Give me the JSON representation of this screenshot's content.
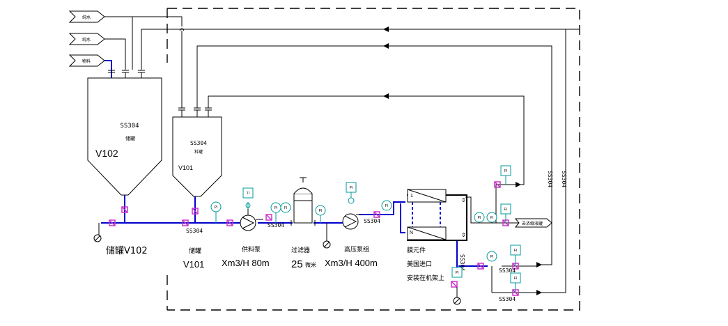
{
  "colors": {
    "line": "#000000",
    "pipe": "#0000cc",
    "valve": "#cc33cc",
    "instrument": "#009999"
  },
  "source_flags": [
    "纯水",
    "纯水",
    "物料"
  ],
  "tank_v102": {
    "code": "V102",
    "material": "SS304",
    "name": "储罐",
    "caption": "储罐V102"
  },
  "tank_v101": {
    "code": "V101",
    "material": "SS304",
    "name": "料罐",
    "caption_name": "储罐",
    "caption_code": "V101"
  },
  "pipe_material": "SS304",
  "feed_pump": {
    "name": "供料泵",
    "spec": "Xm3/H 80m"
  },
  "filter": {
    "name": "过滤器",
    "spec": "25",
    "unit": "微米"
  },
  "hp_pump": {
    "name": "高压泵组",
    "spec": "Xm3/H 400m"
  },
  "membrane": {
    "line1": "膜元件",
    "line2": "美国进口",
    "line3": "安装在机架上",
    "top_port": "1",
    "bottom_port": "N"
  },
  "outlet_label": "去浓缩液罐",
  "instruments": [
    "PI",
    "TI",
    "PI",
    "FI",
    "PI",
    "PI",
    "FI",
    "PI",
    "PI",
    "FI",
    "PI",
    "FI"
  ]
}
